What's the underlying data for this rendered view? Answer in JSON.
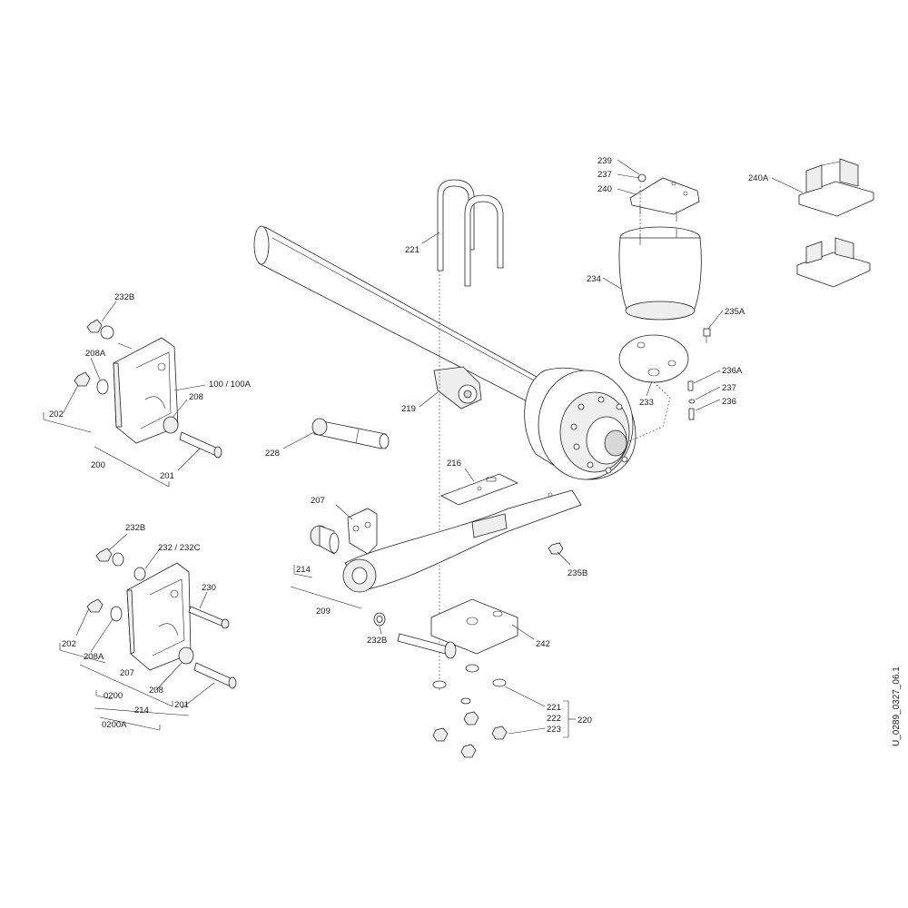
{
  "drawing_id": "U_0289_0327_06.1",
  "callouts": {
    "c239": "239",
    "c237a": "237",
    "c240": "240",
    "c240A": "240A",
    "c221a": "221",
    "c234": "234",
    "c235A": "235A",
    "c236A": "236A",
    "c237b": "237",
    "c236": "236",
    "c233": "233",
    "c219": "219",
    "c228": "228",
    "c216": "216",
    "c232B_a": "232B",
    "c208A_a": "208A",
    "c202_a": "202",
    "c100": "100 / 100A",
    "c208_a": "208",
    "c200": "200",
    "c201_a": "201",
    "c207_a": "207",
    "c214_a": "214",
    "c209": "209",
    "c235B": "235B",
    "c232B_b": "232B",
    "c242": "242",
    "c232B_c": "232B",
    "c232": "232 / 232C",
    "c230": "230",
    "c202_b": "202",
    "c208A_b": "208A",
    "c207_b": "207",
    "c208_b": "208",
    "c0200": "0200",
    "c214_b": "214",
    "c201_b": "201",
    "c0200A": "0200A",
    "c221b": "221",
    "c222": "222",
    "c223": "223",
    "c220": "220"
  }
}
